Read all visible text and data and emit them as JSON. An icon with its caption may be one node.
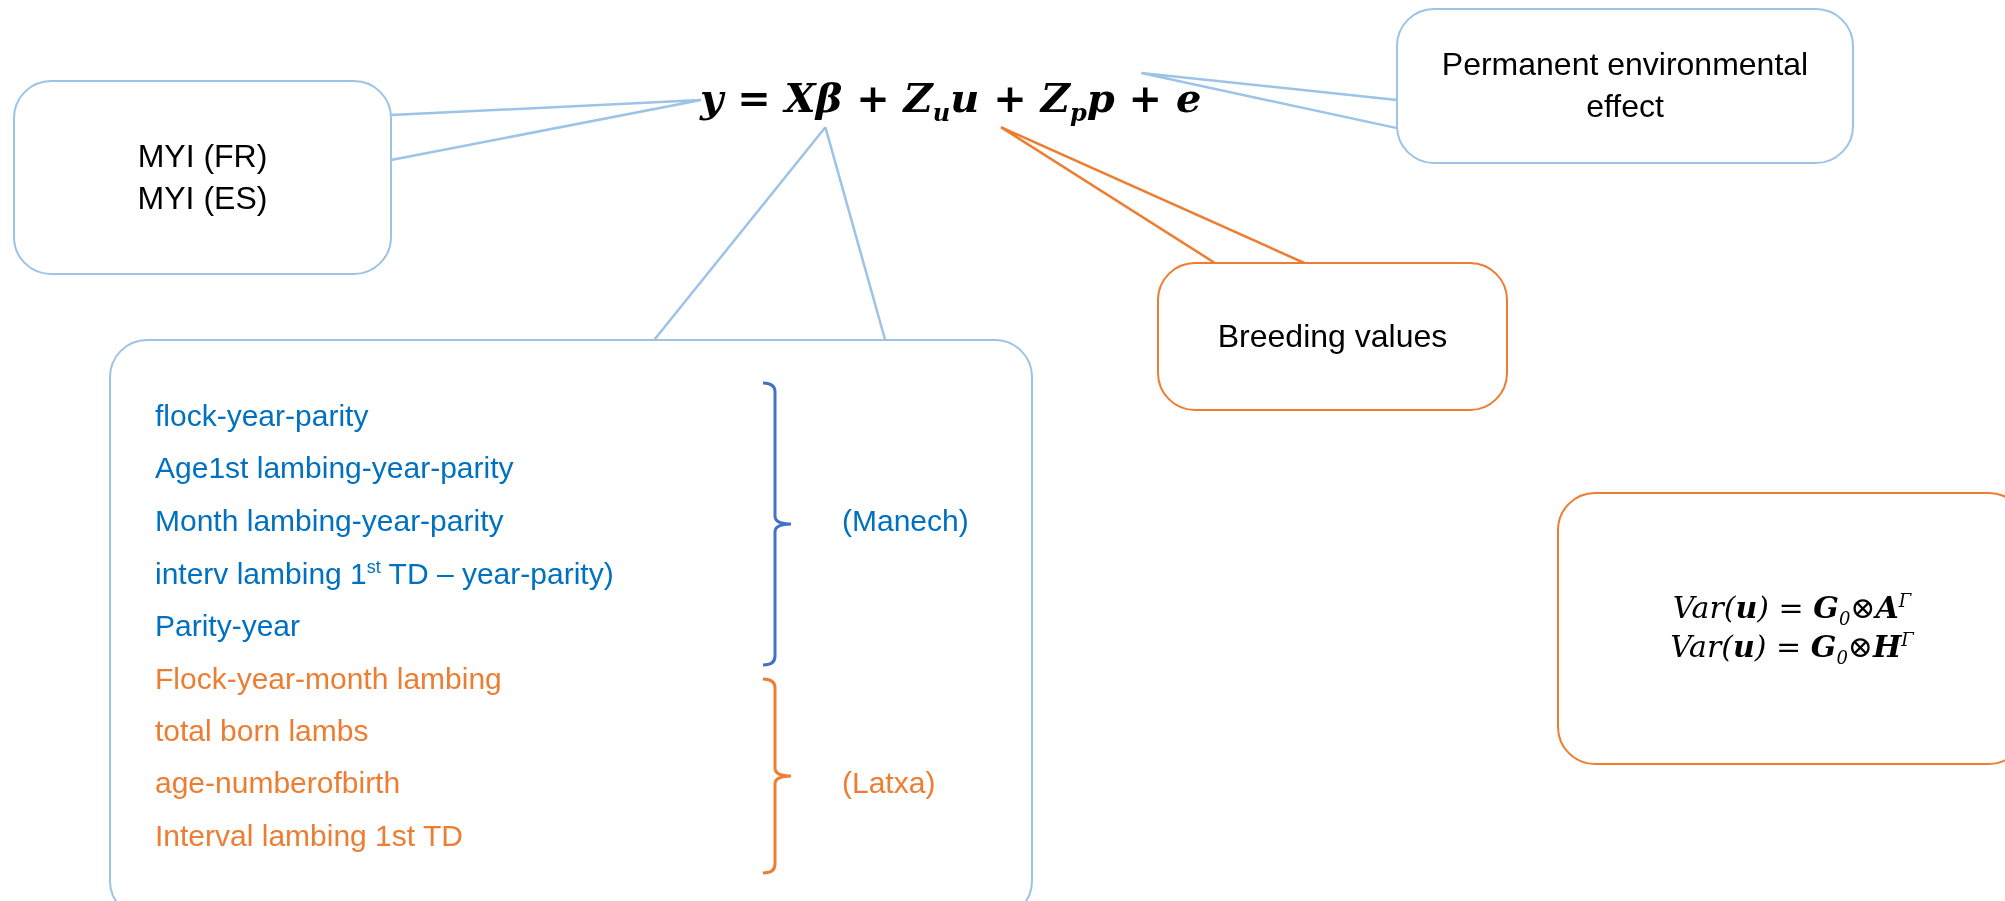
{
  "diagram": {
    "nodes": [
      {
        "text": [
          "y = Xβ + Z$_{u}$u + Z$_{p}$p + e"
        ]
      },
      {
        "text": [
          "MYI (FR)",
          "MYI (ES)"
        ]
      },
      {
        "text": [
          "Permanent environmental effect"
        ]
      },
      {
        "text": [
          "Breeding values"
        ]
      },
      {
        "text": [
          "flock-year-parity",
          "Age1st lambing-year-parity",
          "Month lambing-year-parity",
          "interv lambing 1$^{st}$ TD – year-parity)",
          "Parity-year",
          "Flock-year-month lambing",
          "total born lambs",
          "age-numberofbirth",
          "Interval lambing 1st TD",
          "(Manech)",
          "(Latxa)"
        ]
      },
      {
        "text": [
          "Var(**u**) = **G**$_{0}$⊗**A**$^{Γ}$",
          "Var(**u**) = **G**$_{0}$⊗**H**$^{Γ}$"
        ]
      }
    ],
    "edges": [
      {
        "from": 1,
        "to": 0,
        "arrow": "none"
      },
      {
        "from": 4,
        "to": 0,
        "arrow": "none"
      },
      {
        "from": 3,
        "to": 0,
        "arrow": "none",
        "color": "#ed7d31"
      },
      {
        "from": 2,
        "to": 0,
        "arrow": "none"
      }
    ]
  }
}
